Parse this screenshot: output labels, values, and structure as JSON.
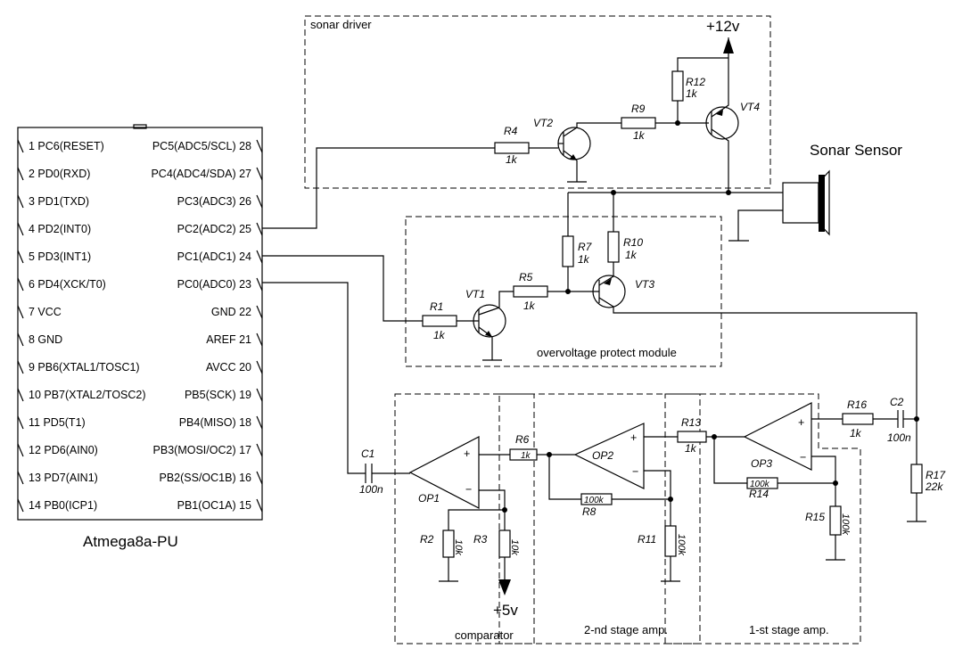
{
  "modules": {
    "sonar_driver": "sonar driver",
    "overvoltage": "overvoltage protect module",
    "comparator": "comparator",
    "stage2": "2-nd stage amp.",
    "stage1": "1-st stage amp."
  },
  "supplies": {
    "v12": "+12v",
    "v5": "+5v"
  },
  "sensor_label": "Sonar Sensor",
  "mcu": {
    "name": "Atmega8a-PU",
    "left_pins": [
      "1 PC6(RESET)",
      "2 PD0(RXD)",
      "3 PD1(TXD)",
      "4 PD2(INT0)",
      "5 PD3(INT1)",
      "6 PD4(XCK/T0)",
      "7 VCC",
      "8 GND",
      "9 PB6(XTAL1/TOSC1)",
      "10 PB7(XTAL2/TOSC2)",
      "11 PD5(T1)",
      "12 PD6(AIN0)",
      "13 PD7(AIN1)",
      "14 PB0(ICP1)"
    ],
    "right_pins": [
      "PC5(ADC5/SCL) 28",
      "PC4(ADC4/SDA) 27",
      "PC3(ADC3) 26",
      "PC2(ADC2) 25",
      "PC1(ADC1) 24",
      "PC0(ADC0) 23",
      "GND 22",
      "AREF 21",
      "AVCC 20",
      "PB5(SCK) 19",
      "PB4(MISO) 18",
      "PB3(MOSI/OC2) 17",
      "PB2(SS/OC1B) 16",
      "PB1(OC1A) 15"
    ]
  },
  "transistors": {
    "vt1": "VT1",
    "vt2": "VT2",
    "vt3": "VT3",
    "vt4": "VT4"
  },
  "opamps": {
    "op1": "OP1",
    "op2": "OP2",
    "op3": "OP3"
  },
  "resistors": {
    "r1": {
      "name": "R1",
      "value": "1k"
    },
    "r2": {
      "name": "R2",
      "value": "10k"
    },
    "r3": {
      "name": "R3",
      "value": "10k"
    },
    "r4": {
      "name": "R4",
      "value": "1k"
    },
    "r5": {
      "name": "R5",
      "value": "1k"
    },
    "r6": {
      "name": "R6",
      "value": "1k"
    },
    "r7": {
      "name": "R7",
      "value": "1k"
    },
    "r8": {
      "name": "R8",
      "value": "100k"
    },
    "r9": {
      "name": "R9",
      "value": "1k"
    },
    "r10": {
      "name": "R10",
      "value": "1k"
    },
    "r11": {
      "name": "R11",
      "value": "100k"
    },
    "r12": {
      "name": "R12",
      "value": "1k"
    },
    "r13": {
      "name": "R13",
      "value": "1k"
    },
    "r14": {
      "name": "R14",
      "value": "100k"
    },
    "r15": {
      "name": "R15",
      "value": "100k"
    },
    "r16": {
      "name": "R16",
      "value": "1k"
    },
    "r17": {
      "name": "R17",
      "value": "22k"
    }
  },
  "capacitors": {
    "c1": {
      "name": "C1",
      "value": "100n"
    },
    "c2": {
      "name": "C2",
      "value": "100n"
    }
  }
}
